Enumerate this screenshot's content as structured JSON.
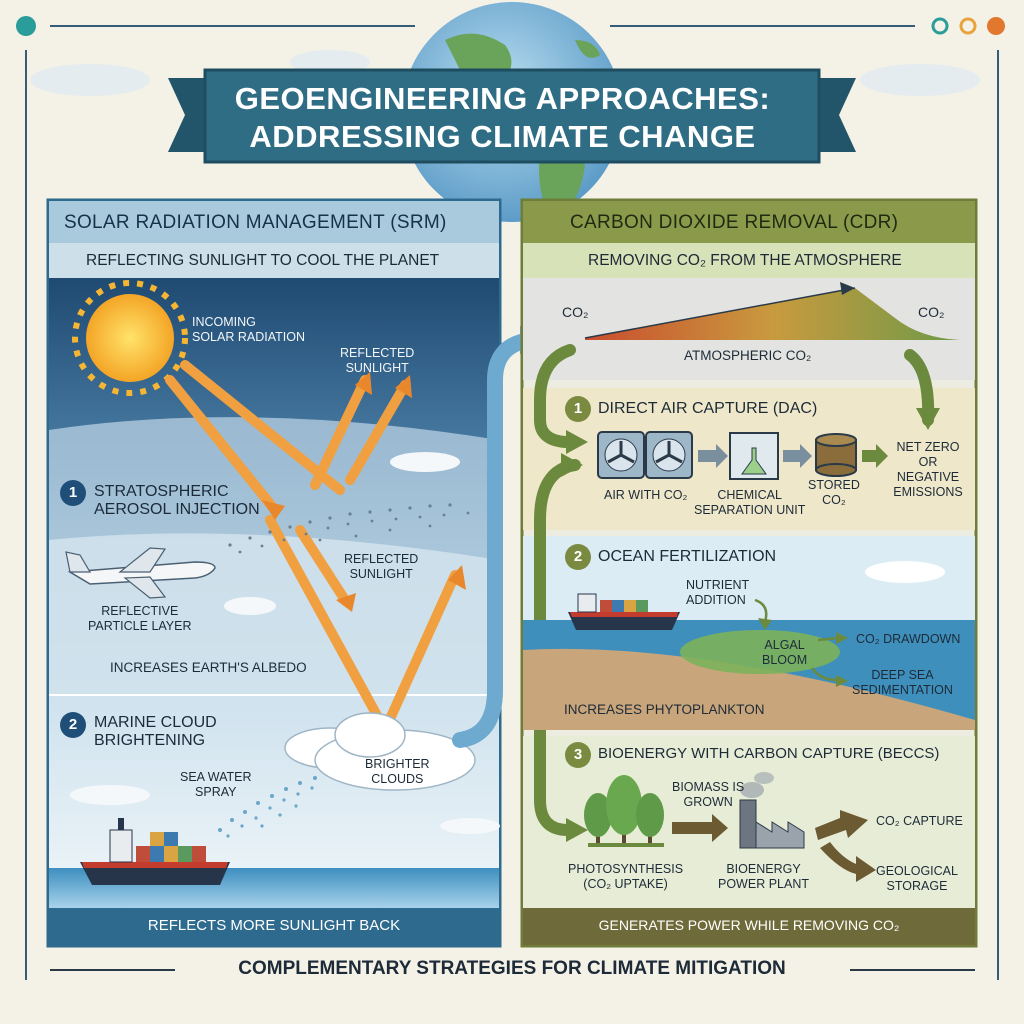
{
  "title": {
    "line1": "GEOENGINEERING APPROACHES:",
    "line2": "ADDRESSING CLIMATE CHANGE"
  },
  "srm": {
    "header": "SOLAR RADIATION MANAGEMENT (SRM)",
    "subheader": "REFLECTING SUNLIGHT TO COOL THE PLANET",
    "incoming_line1": "INCOMING",
    "incoming_line2": "SOLAR RADIATION",
    "reflected_top_line1": "REFLECTED",
    "reflected_top_line2": "SUNLIGHT",
    "reflected_mid_line1": "REFLECTED",
    "reflected_mid_line2": "SUNLIGHT",
    "item1_number": "1",
    "item1_line1": "STRATOSPHERIC",
    "item1_line2": "AEROSOL INJECTION",
    "particle_line1": "REFLECTIVE",
    "particle_line2": "PARTICLE LAYER",
    "albedo": "INCREASES EARTH'S ALBEDO",
    "item2_number": "2",
    "item2_line1": "MARINE CLOUD",
    "item2_line2": "BRIGHTENING",
    "spray_line1": "SEA WATER",
    "spray_line2": "SPRAY",
    "clouds_line1": "BRIGHTER",
    "clouds_line2": "CLOUDS",
    "footer": "REFLECTS MORE SUNLIGHT BACK"
  },
  "cdr": {
    "header": "CARBON DIOXIDE REMOVAL (CDR)",
    "subheader": "REMOVING CO₂ FROM THE ATMOSPHERE",
    "co2_left": "CO₂",
    "co2_right": "CO₂",
    "atmospheric": "ATMOSPHERIC CO₂",
    "item1_number": "1",
    "item1_title": "DIRECT AIR CAPTURE (DAC)",
    "air_with_co2": "AIR WITH CO₂",
    "chem_line1": "CHEMICAL",
    "chem_line2": "SEPARATION UNIT",
    "stored_line1": "STORED",
    "stored_line2": "CO₂",
    "net_line1": "NET ZERO",
    "net_line2": "OR",
    "net_line3": "NEGATIVE",
    "net_line4": "EMISSIONS",
    "item2_number": "2",
    "item2_title": "OCEAN FERTILIZATION",
    "nutrient_line1": "NUTRIENT",
    "nutrient_line2": "ADDITION",
    "algal_line1": "ALGAL",
    "algal_line2": "BLOOM",
    "drawdown": "CO₂ DRAWDOWN",
    "deepsea_line1": "DEEP SEA",
    "deepsea_line2": "SEDIMENTATION",
    "phyto": "INCREASES PHYTOPLANKTON",
    "item3_number": "3",
    "item3_title": "BIOENERGY WITH CARBON CAPTURE (BECCS)",
    "biomass_line1": "BIOMASS IS",
    "biomass_line2": "GROWN",
    "photo_line1": "PHOTOSYNTHESIS",
    "photo_line2": "(CO₂ UPTAKE)",
    "plant_line1": "BIOENERGY",
    "plant_line2": "POWER PLANT",
    "capture": "CO₂ CAPTURE",
    "geo_line1": "GEOLOGICAL",
    "geo_line2": "STORAGE",
    "footer": "GENERATES POWER WHILE REMOVING CO₂"
  },
  "bottom_caption": "COMPLEMENTARY STRATEGIES FOR CLIMATE MITIGATION",
  "colors": {
    "srm_accent": "#2e6a8e",
    "cdr_accent": "#6f7d3a",
    "banner": "#2f6d84",
    "arrow_orange": "#f0a040",
    "cdr_arrow": "#6b8a3e"
  },
  "window_dots": [
    "#2a9d9a",
    "#e8a33c",
    "#e2772e"
  ]
}
